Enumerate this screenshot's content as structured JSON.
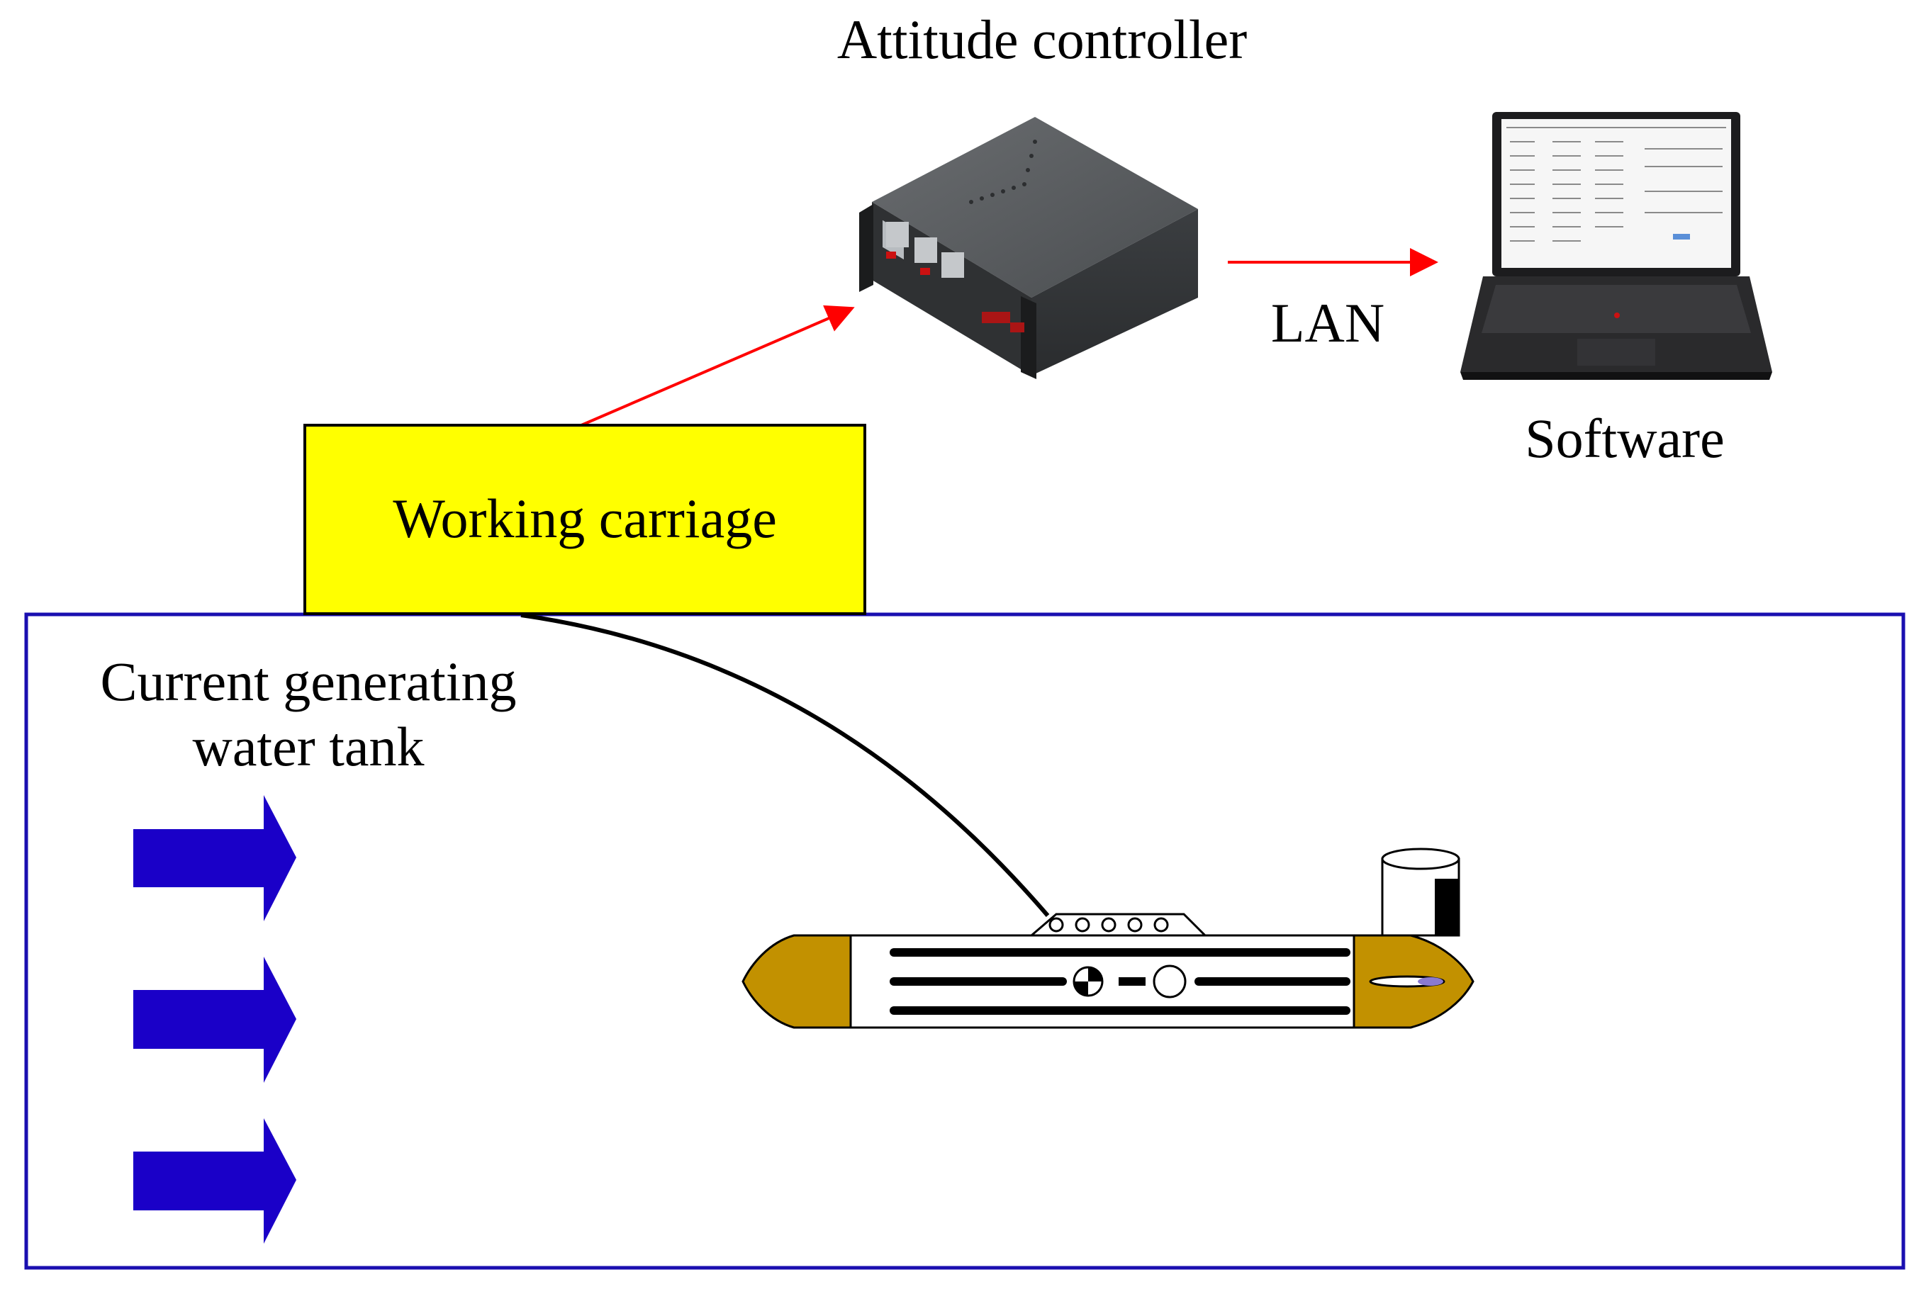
{
  "labels": {
    "attitude_controller": "Attitude controller",
    "lan": "LAN",
    "software": "Software",
    "working_carriage": "Working carriage",
    "tank_line1": "Current generating",
    "tank_line2": "water tank"
  },
  "icons": {
    "controller": "rack-controller-icon",
    "laptop": "laptop-icon",
    "vehicle": "underwater-vehicle-icon",
    "flow": "flow-arrow-icon"
  },
  "colors": {
    "tank_border": "#1a0fb0",
    "flow_arrow": "#1a00c8",
    "carriage_fill": "#ffff00",
    "signal_arrow": "#ff0000",
    "vehicle_caps": "#c29100",
    "cable": "#000000"
  }
}
